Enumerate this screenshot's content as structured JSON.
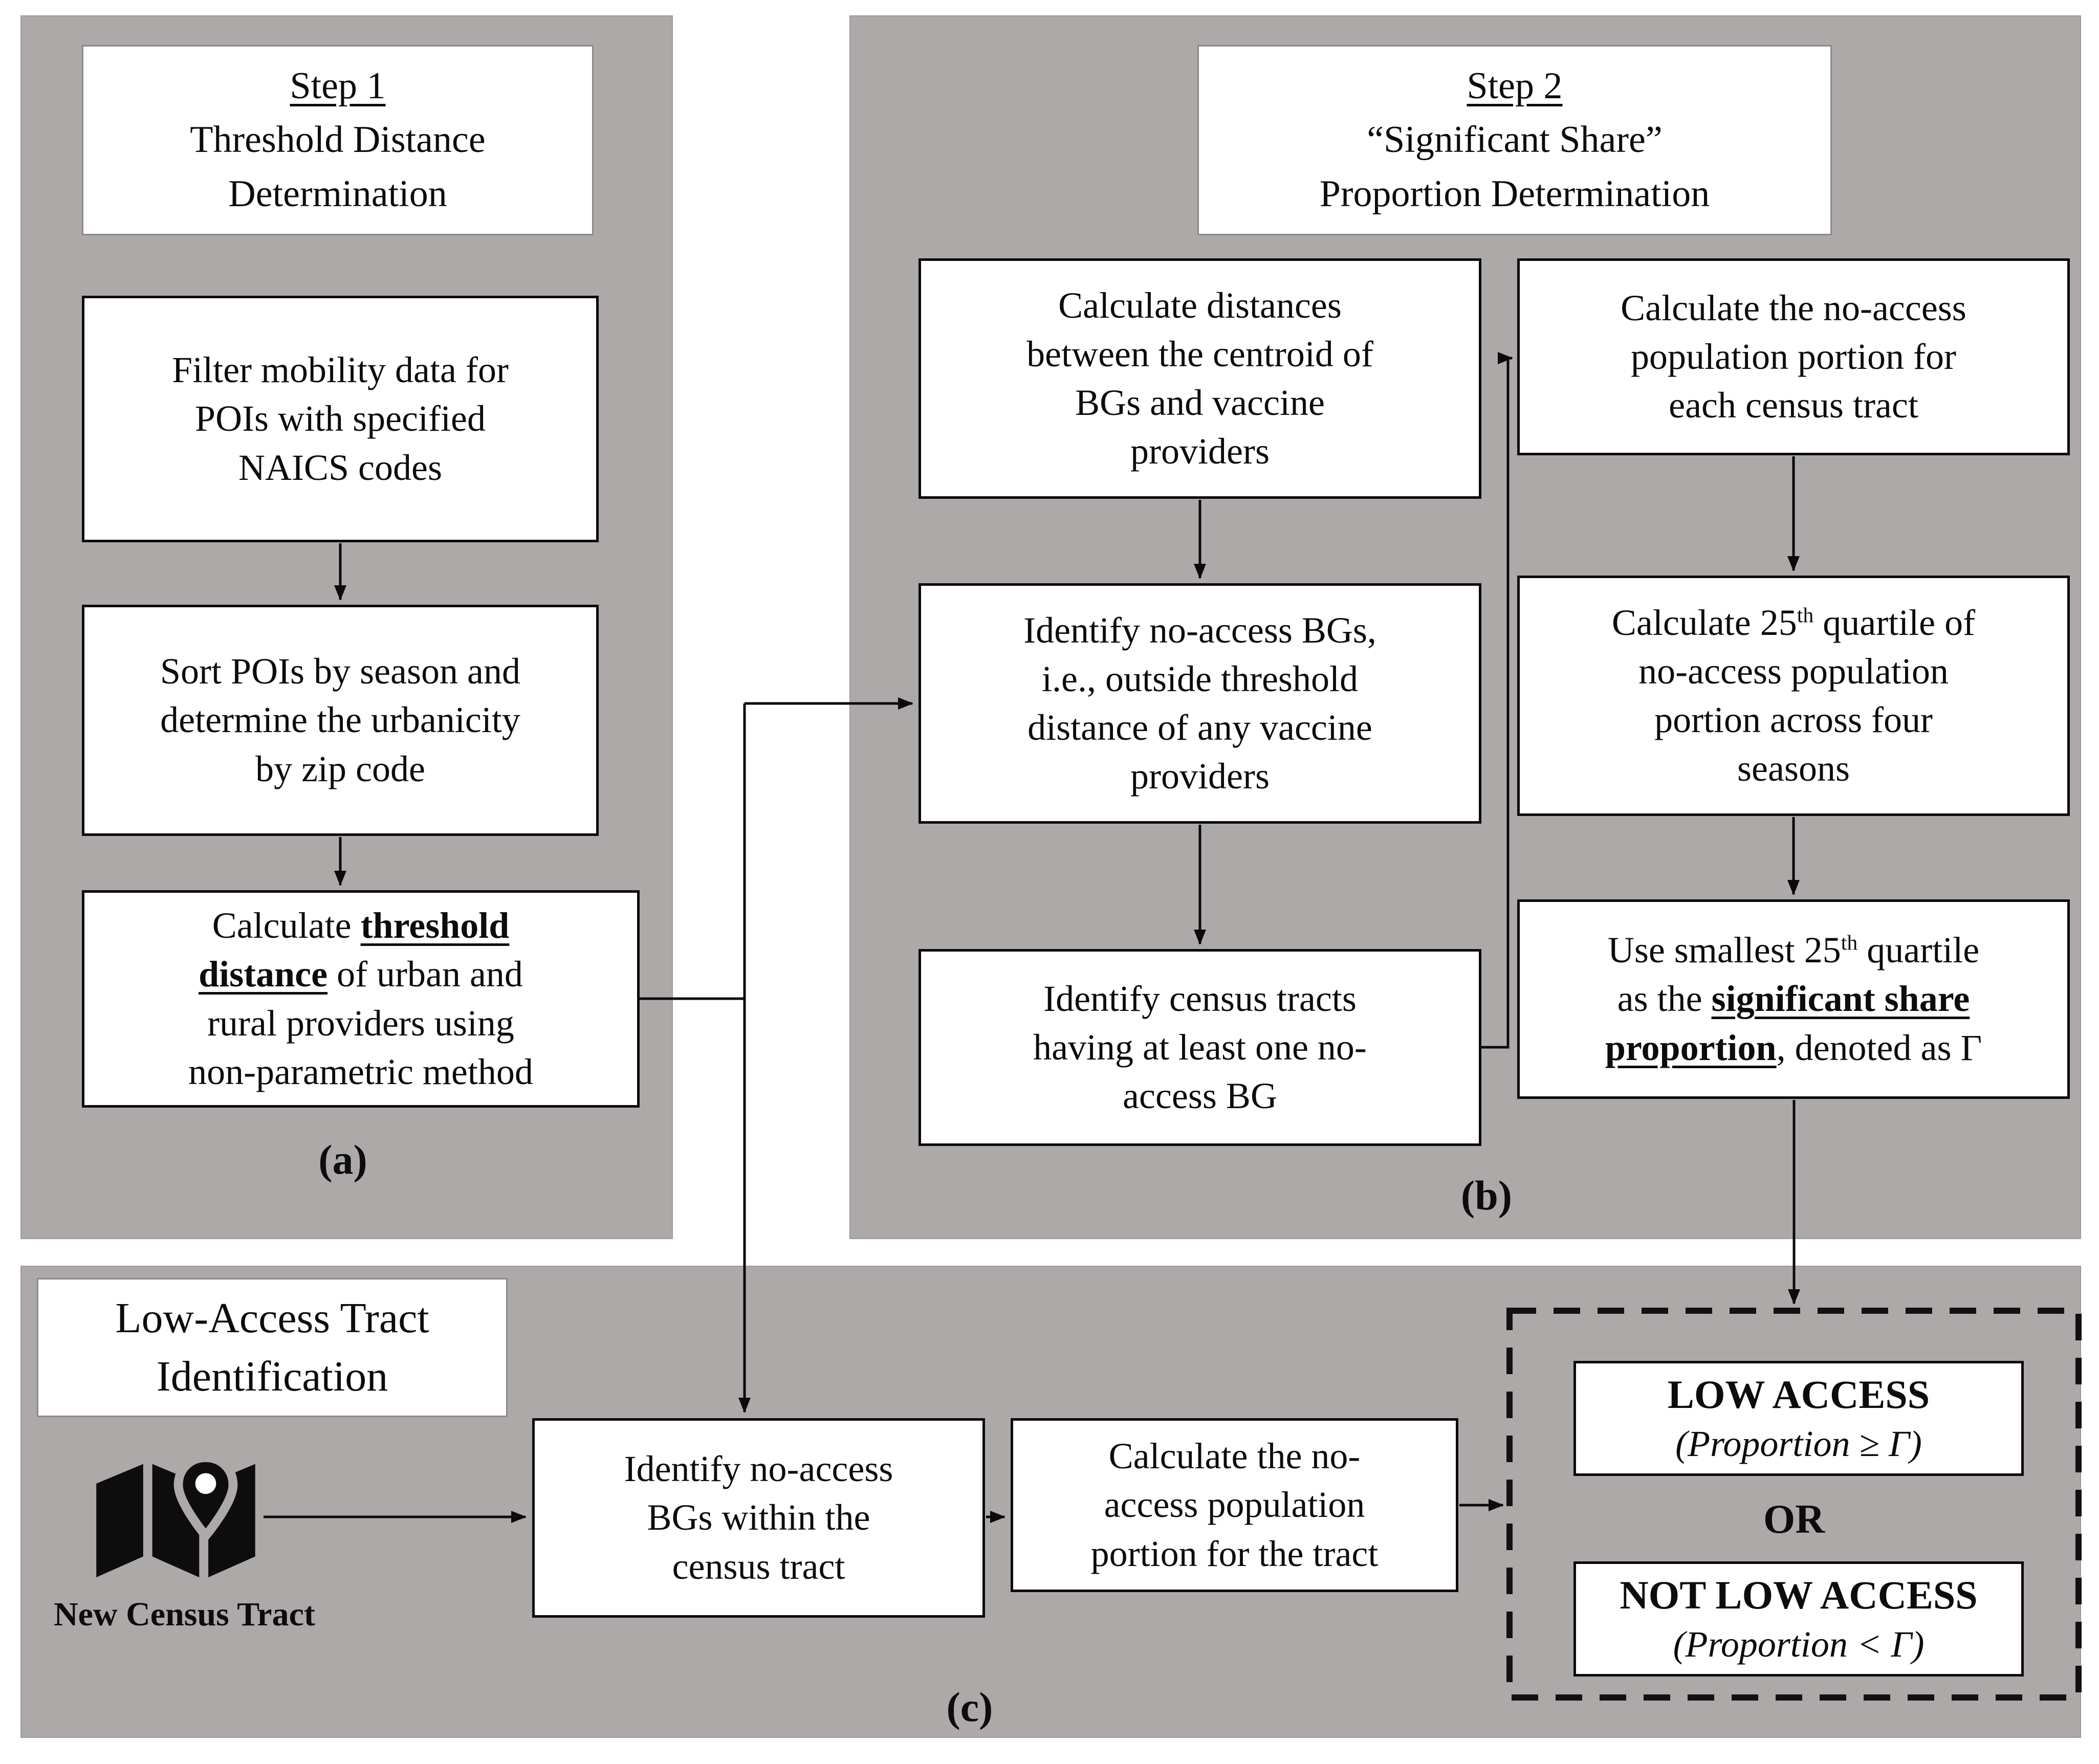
{
  "colors": {
    "panel_bg": "#ADA9A9",
    "box_border": "#0a0a0a",
    "title_box_border": "#8d8989",
    "text": "#0c0c0c"
  },
  "panel_a": {
    "label": "(a)",
    "title_lines": [
      [
        {
          "t": "Step 1",
          "u": true
        }
      ],
      [
        {
          "t": "Threshold Distance"
        }
      ],
      [
        {
          "t": "Determination"
        }
      ]
    ],
    "filter_lines": [
      [
        {
          "t": "Filter mobility data for"
        }
      ],
      [
        {
          "t": "POIs with specified"
        }
      ],
      [
        {
          "t": "NAICS codes"
        }
      ]
    ],
    "sort_lines": [
      [
        {
          "t": "Sort POIs by season and"
        }
      ],
      [
        {
          "t": "determine the urbanicity"
        }
      ],
      [
        {
          "t": "by zip code"
        }
      ]
    ],
    "threshold_lines": [
      [
        {
          "t": "Calculate "
        },
        {
          "t": "threshold",
          "b": true,
          "u": true
        }
      ],
      [
        {
          "t": "distance",
          "b": true,
          "u": true
        },
        {
          "t": " of urban and"
        }
      ],
      [
        {
          "t": "rural providers using"
        }
      ],
      [
        {
          "t": "non-parametric method"
        }
      ]
    ]
  },
  "panel_b": {
    "label": "(b)",
    "title_lines": [
      [
        {
          "t": "Step 2",
          "u": true
        }
      ],
      [
        {
          "t": "“Significant Share”"
        }
      ],
      [
        {
          "t": "Proportion Determination"
        }
      ]
    ],
    "calc_distances_lines": [
      [
        {
          "t": "Calculate distances"
        }
      ],
      [
        {
          "t": "between the centroid of"
        }
      ],
      [
        {
          "t": "BGs and vaccine"
        }
      ],
      [
        {
          "t": "providers"
        }
      ]
    ],
    "identify_bgs_lines": [
      [
        {
          "t": "Identify no-access BGs,"
        }
      ],
      [
        {
          "t": "i.e., outside threshold"
        }
      ],
      [
        {
          "t": "distance of any vaccine"
        }
      ],
      [
        {
          "t": "providers"
        }
      ]
    ],
    "identify_tracts_lines": [
      [
        {
          "t": "Identify census tracts"
        }
      ],
      [
        {
          "t": "having at least one no-"
        }
      ],
      [
        {
          "t": "access BG"
        }
      ]
    ],
    "calc_portion_each_lines": [
      [
        {
          "t": "Calculate the no-access"
        }
      ],
      [
        {
          "t": "population portion for"
        }
      ],
      [
        {
          "t": "each census tract"
        }
      ]
    ],
    "calc_quartile_lines": [
      [
        {
          "t": "Calculate 25"
        },
        {
          "t": "th",
          "sup": true
        },
        {
          "t": " quartile of"
        }
      ],
      [
        {
          "t": "no-access population"
        }
      ],
      [
        {
          "t": "portion across four"
        }
      ],
      [
        {
          "t": "seasons"
        }
      ]
    ],
    "use_smallest_lines": [
      [
        {
          "t": "Use smallest 25"
        },
        {
          "t": "th",
          "sup": true
        },
        {
          "t": " quartile"
        }
      ],
      [
        {
          "t": "as the "
        },
        {
          "t": "significant share",
          "b": true,
          "u": true
        }
      ],
      [
        {
          "t": "proportion",
          "b": true,
          "u": true
        },
        {
          "t": ", denoted as Γ"
        }
      ]
    ]
  },
  "panel_c": {
    "label": "(c)",
    "title_lines": [
      [
        {
          "t": "Low-Access Tract"
        }
      ],
      [
        {
          "t": "Identification"
        }
      ]
    ],
    "icon": "map-location-pin-icon",
    "icon_label": "New Census Tract",
    "identify_bgs_tract_lines": [
      [
        {
          "t": "Identify no-access"
        }
      ],
      [
        {
          "t": "BGs within the"
        }
      ],
      [
        {
          "t": "census tract"
        }
      ]
    ],
    "calc_portion_tract_lines": [
      [
        {
          "t": "Calculate the no-"
        }
      ],
      [
        {
          "t": "access population"
        }
      ],
      [
        {
          "t": "portion for the tract"
        }
      ]
    ],
    "low_access_lines": [
      [
        {
          "t": "LOW ACCESS",
          "b": true
        }
      ],
      [
        {
          "t": "(Proportion ≥ Γ)",
          "i": true
        }
      ]
    ],
    "or_label": "OR",
    "not_low_access_lines": [
      [
        {
          "t": "NOT LOW ACCESS",
          "b": true
        }
      ],
      [
        {
          "t": "(Proportion < Γ)",
          "i": true
        }
      ]
    ]
  }
}
